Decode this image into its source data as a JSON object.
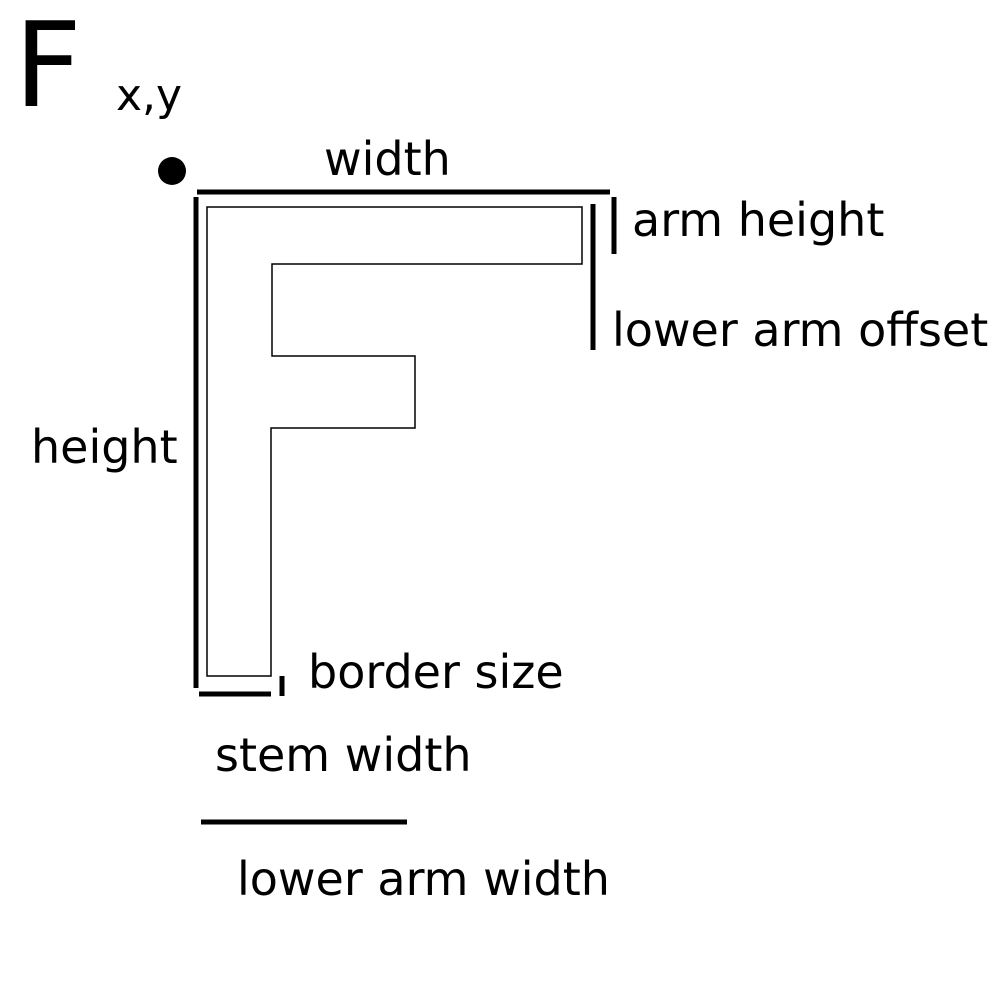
{
  "diagram": {
    "letter": "F",
    "labels": {
      "origin": "x,y",
      "width": "width",
      "arm_height": "arm height",
      "lower_arm_offset": "lower arm offset",
      "height": "height",
      "border_size": "border size",
      "stem_width": "stem width",
      "lower_arm_width": "lower arm width"
    },
    "colors": {
      "ink": "#000000",
      "background": "#ffffff"
    }
  }
}
